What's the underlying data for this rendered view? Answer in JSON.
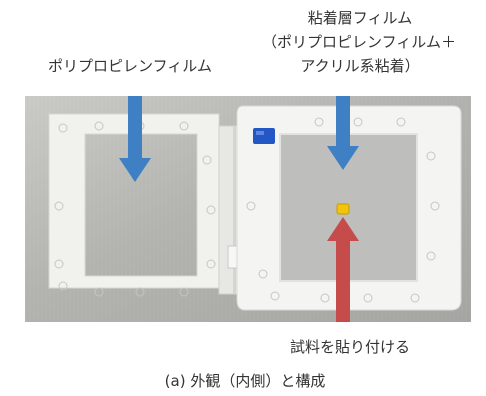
{
  "labels": {
    "left_film": "ポリプロピレンフィルム",
    "right_film_line1": "粘着層フィルム",
    "right_film_line2": "（ポリプロピレンフィルム＋",
    "right_film_line3": "アクリル系粘着）",
    "sample": "試料を貼り付ける",
    "caption": "(a) 外観（内側）と構成"
  },
  "colors": {
    "blue_arrow": "#3f7fc4",
    "red_arrow": "#c64b4b",
    "sample_yellow": "#f2c40c",
    "blue_tab": "#2255c8",
    "frame": "#f3f3f1",
    "metal": "#b7b7b3"
  }
}
